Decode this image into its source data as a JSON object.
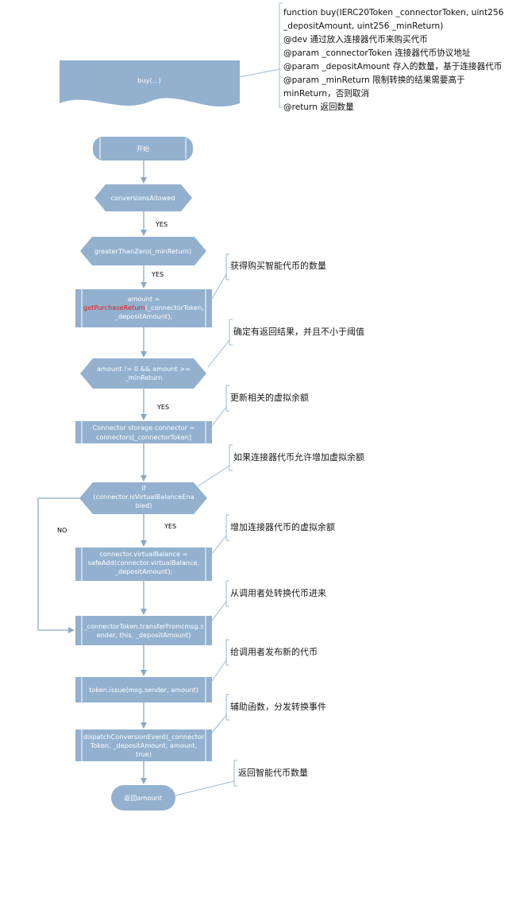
{
  "function_doc": [
    "function buy(IERC20Token _connectorToken, uint256",
    "_depositAmount, uint256 _minReturn)",
    "@dev 通过放入连接器代币来购买代币",
    "@param _connectorToken  连接器代币协议地址",
    "@param _depositAmount   存入的数量，基于连接器代币",
    "@param _minReturn       限制转换的结果需要高于",
    "minReturn，否则取消",
    "@return 返回数量"
  ],
  "nodes": {
    "buy": "buy(...)",
    "start": "开始",
    "conversions_allowed": "conversionsAllowed",
    "greater_than_zero": "greaterThanZero(_minReturn)",
    "amount_assign": {
      "line1": "amount =",
      "func": "getPurchaseReturn",
      "line2_rest": "(_connectorToken,",
      "line3": "_depositAmount);"
    },
    "amount_check": [
      "amount != 0 && amount >=",
      "_minReturn"
    ],
    "connector_storage": [
      "Connector storage connector =",
      "connectors[_connectorToken]"
    ],
    "if_virtual": [
      "if",
      "(connector.isVirtualBalanceEna",
      "bled)"
    ],
    "virtual_balance": [
      "connector.virtualBalance =",
      "safeAdd(connector.virtualBalance,",
      "_depositAmount);"
    ],
    "transfer_from": [
      "_connectorToken.transferFrom(msg.s",
      "ender, this, _depositAmount)"
    ],
    "token_issue": "token.issue(msg.sender, amount)",
    "dispatch_event": [
      "dispatchConversionEvent(_connector",
      "Token, _depositAmount, amount,",
      "true)"
    ],
    "return_amount": "返回amount"
  },
  "edge_labels": {
    "yes_1": "YES",
    "yes_2": "YES",
    "yes_3": "YES",
    "yes_4": "YES",
    "no": "NO"
  },
  "notes": {
    "get_amount": "获得购买智能代币的数量",
    "check_result": "确定有返回结果，并且不小于阈值",
    "update_virtual": "更新相关的虚拟余额",
    "if_allow_virtual": "如果连接器代币允许增加虚拟余额",
    "add_virtual": "增加连接器代币的虚拟余额",
    "transfer_in": "从调用者处转换代币进来",
    "issue_new": "给调用者发布新的代币",
    "dispatch": "辅助函数，分发转换事件",
    "return_count": "返回智能代币数量"
  },
  "colors": {
    "shape_fill": "#93b0cf",
    "flow_line": "#8aa8c6",
    "highlight_text": "#e41b1b"
  }
}
